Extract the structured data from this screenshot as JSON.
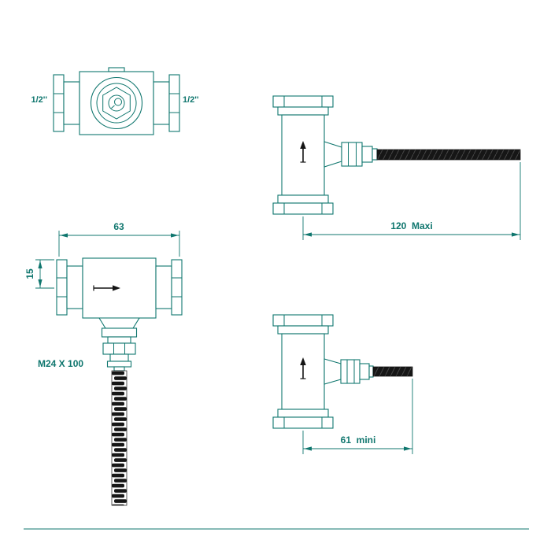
{
  "colors": {
    "line": "#0f766e",
    "dark": "#141414"
  },
  "front_view": {
    "left_size": "1/2''",
    "right_size": "1/2''"
  },
  "hose_view": {
    "width_dim": "63",
    "offset_dim": "15",
    "thread_spec": "M24 X 100"
  },
  "extended_view": {
    "length_dim": "120  Maxi"
  },
  "retracted_view": {
    "length_dim": "61  mini"
  }
}
